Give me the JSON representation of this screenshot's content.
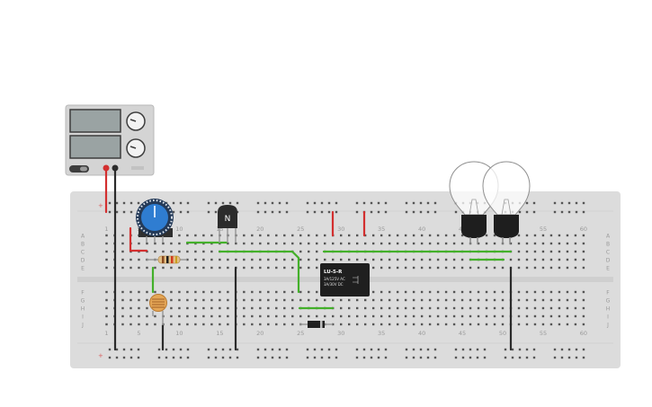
{
  "breadboard": {
    "column_numbers": [
      "1",
      "5",
      "10",
      "15",
      "20",
      "25",
      "30",
      "35",
      "40",
      "45",
      "50",
      "55",
      "60"
    ],
    "row_letters_top": [
      "A",
      "B",
      "C",
      "D",
      "E"
    ],
    "row_letters_bottom": [
      "F",
      "G",
      "H",
      "I",
      "J"
    ],
    "rail_plus": "+",
    "rail_minus": "−"
  },
  "transistor": {
    "label": "N"
  },
  "relay": {
    "title": "LU-5-R",
    "line1": "3A/125V AC",
    "line2": "3A/30V  DC"
  },
  "colors": {
    "wire_red": "#d32f2f",
    "wire_black": "#2b2b2b",
    "wire_green": "#43b02a",
    "board": "#dcdcdc",
    "pot_blue": "#2f7dd1"
  },
  "icons": [
    "power-supply-icon",
    "potentiometer-icon",
    "transistor-icon",
    "photoresistor-icon",
    "relay-icon",
    "diode-icon",
    "light-bulb-icon",
    "resistor-icon"
  ]
}
